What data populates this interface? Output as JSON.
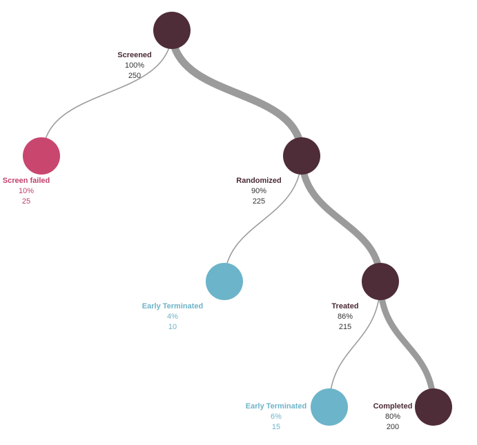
{
  "colors": {
    "dark": "#4e2c38",
    "pink": "#c9466f",
    "blue": "#6cb4c9",
    "link": "#9b9b9b"
  },
  "nodes": {
    "screened": {
      "name": "Screened",
      "pct": "100%",
      "count": "250"
    },
    "screen_failed": {
      "name": "Screen failed",
      "pct": "10%",
      "count": "25"
    },
    "randomized": {
      "name": "Randomized",
      "pct": "90%",
      "count": "225"
    },
    "early_terminated_1": {
      "name": "Early Terminated",
      "pct": "4%",
      "count": "10"
    },
    "treated": {
      "name": "Treated",
      "pct": "86%",
      "count": "215"
    },
    "early_terminated_2": {
      "name": "Early Terminated",
      "pct": "6%",
      "count": "15"
    },
    "completed": {
      "name": "Completed",
      "pct": "80%",
      "count": "200"
    }
  }
}
